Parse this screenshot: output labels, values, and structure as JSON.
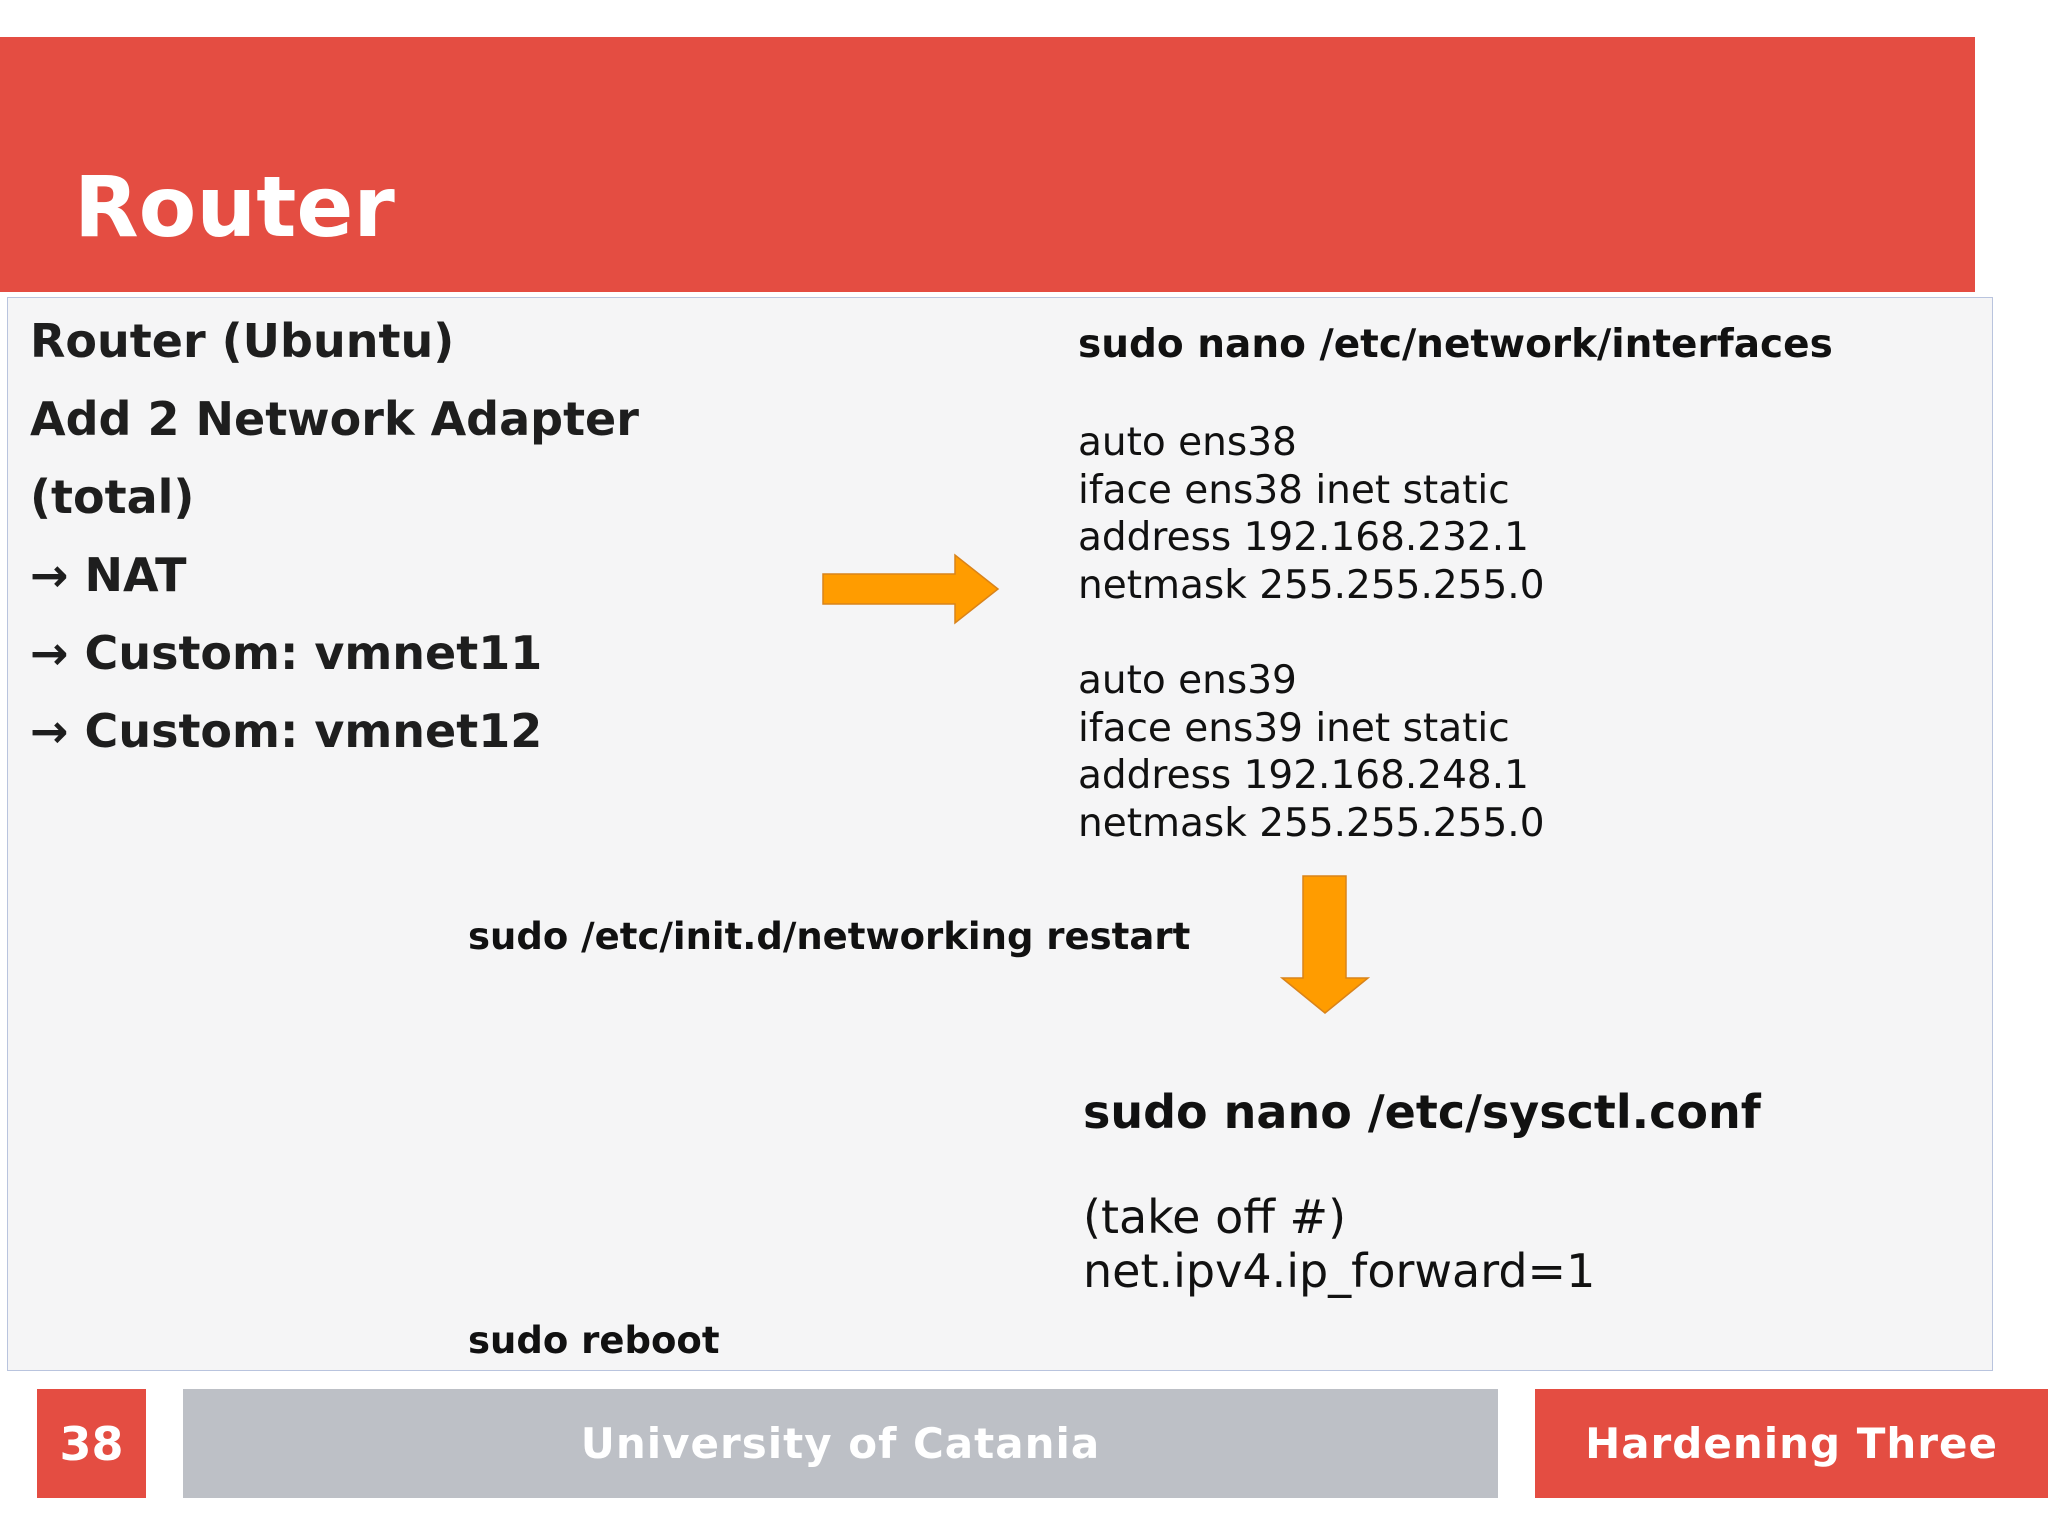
{
  "slide": {
    "title": "Router"
  },
  "left_list": [
    "Router (Ubuntu)",
    "Add 2 Network Adapter",
    "(total)",
    "→ NAT",
    "→ Custom: vmnet11",
    "→ Custom: vmnet12"
  ],
  "interfaces": {
    "command": "sudo nano /etc/network/interfaces",
    "group1": [
      "auto ens38",
      "iface ens38 inet static",
      "address 192.168.232.1",
      "netmask 255.255.255.0"
    ],
    "group2": [
      "auto ens39",
      "iface ens39 inet static",
      "address 192.168.248.1",
      "netmask 255.255.255.0"
    ]
  },
  "restart_command": "sudo /etc/init.d/networking restart",
  "sysctl": {
    "command": "sudo nano /etc/sysctl.conf",
    "note": "(take off #)",
    "setting": "net.ipv4.ip_forward=1"
  },
  "reboot_command": "sudo reboot",
  "footer": {
    "page_number": "38",
    "center": "University of Catania",
    "right": "Hardening Three"
  },
  "colors": {
    "accent_red": "#e44d42",
    "arrow_orange": "#ff9c00",
    "footer_gray": "#bdc0c6"
  },
  "icons": {
    "right_arrow": "arrow-right-icon",
    "down_arrow": "arrow-down-icon"
  }
}
